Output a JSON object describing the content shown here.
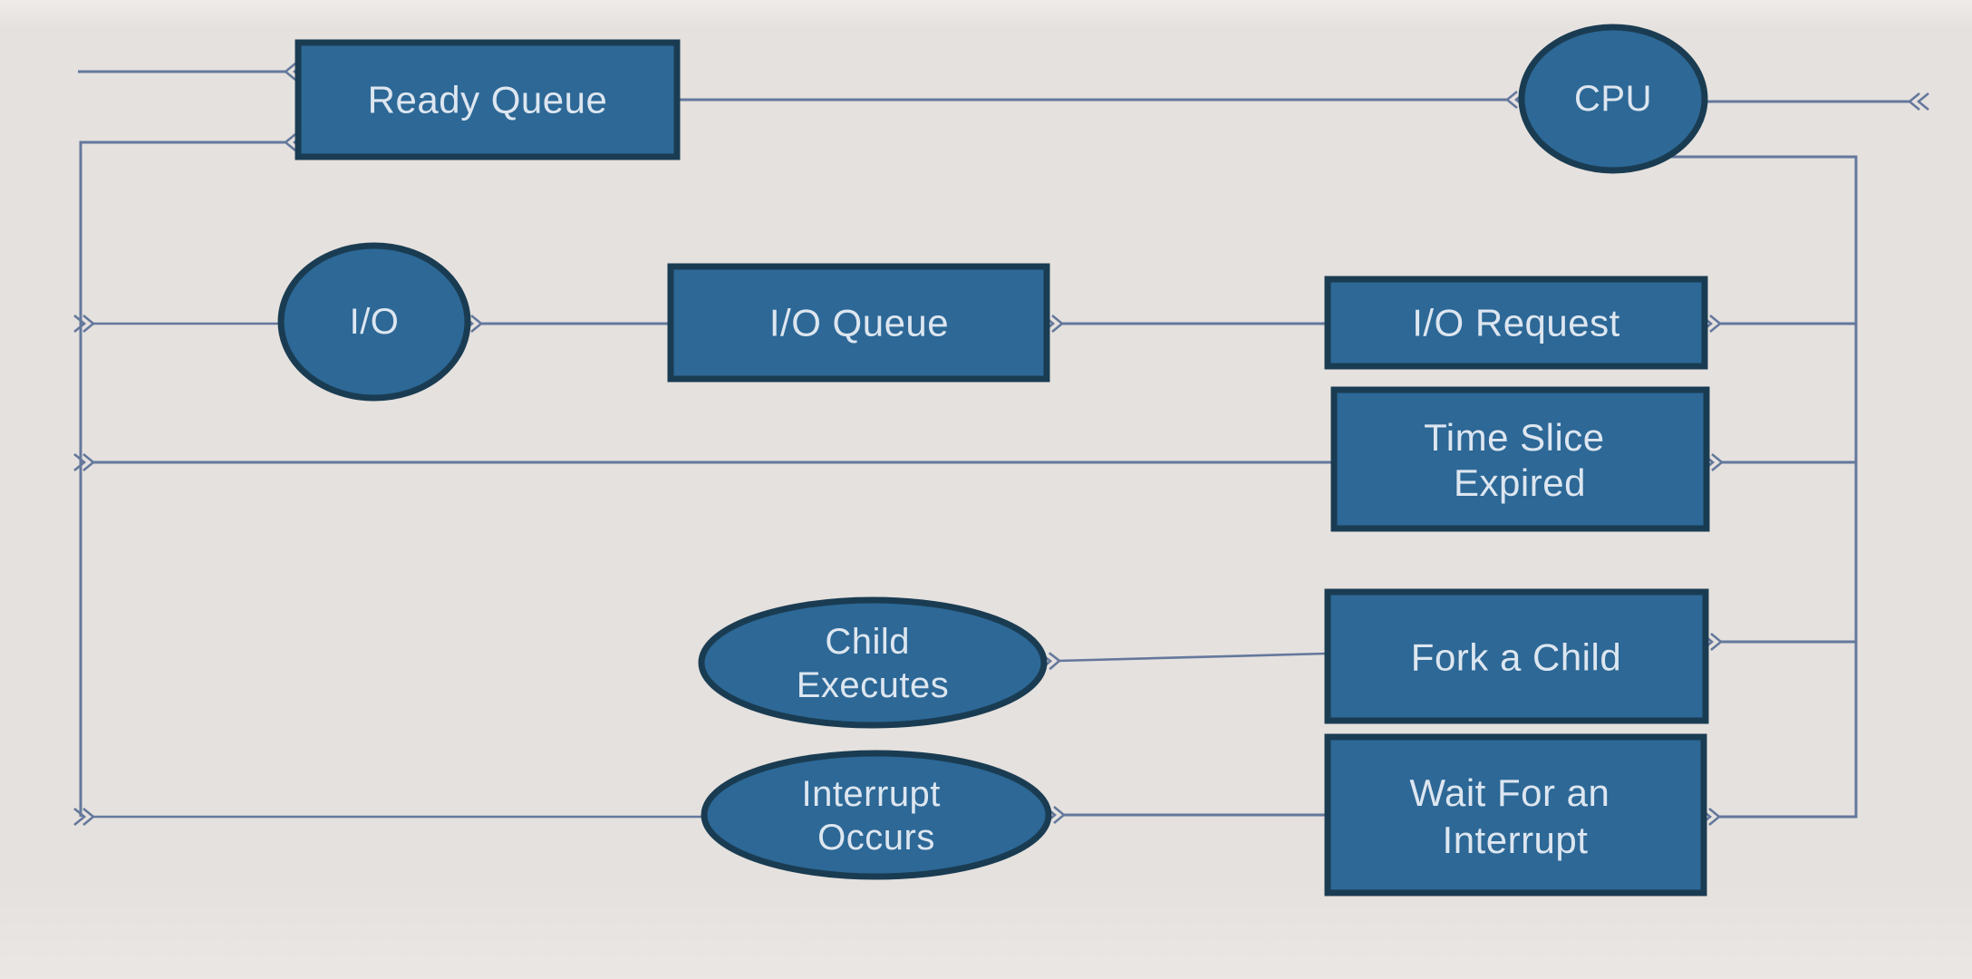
{
  "diagram": {
    "nodes": {
      "ready_queue": {
        "shape": "rect",
        "label": "Ready Queue"
      },
      "cpu": {
        "shape": "ellipse",
        "label": "CPU"
      },
      "io": {
        "shape": "ellipse",
        "label": "I/O"
      },
      "io_queue": {
        "shape": "rect",
        "label": "I/O Queue"
      },
      "io_request": {
        "shape": "rect",
        "label": "I/O Request"
      },
      "time_slice": {
        "shape": "rect",
        "lines": [
          "Time Slice",
          "Expired"
        ]
      },
      "child_executes": {
        "shape": "ellipse",
        "lines": [
          "Child",
          "Executes"
        ]
      },
      "fork_child": {
        "shape": "rect",
        "label": "Fork a Child"
      },
      "interrupt_occurs": {
        "shape": "ellipse",
        "lines": [
          "Interrupt",
          "Occurs"
        ]
      },
      "wait_interrupt": {
        "shape": "rect",
        "lines": [
          "Wait For an",
          "Interrupt"
        ]
      }
    },
    "edges": [
      {
        "from": "start",
        "to": "ready_queue"
      },
      {
        "from": "ready_queue",
        "to": "cpu"
      },
      {
        "from": "cpu",
        "to": "exit"
      },
      {
        "from": "cpu",
        "to": "io_request"
      },
      {
        "from": "io_request",
        "to": "io_queue"
      },
      {
        "from": "io_queue",
        "to": "io"
      },
      {
        "from": "io",
        "to": "ready_queue"
      },
      {
        "from": "cpu",
        "to": "time_slice"
      },
      {
        "from": "time_slice",
        "to": "ready_queue"
      },
      {
        "from": "cpu",
        "to": "fork_child"
      },
      {
        "from": "fork_child",
        "to": "child_executes"
      },
      {
        "from": "cpu",
        "to": "wait_interrupt"
      },
      {
        "from": "wait_interrupt",
        "to": "interrupt_occurs"
      },
      {
        "from": "interrupt_occurs",
        "to": "ready_queue"
      }
    ],
    "colors": {
      "background": "#e5e1de",
      "node_fill": "#2d6896",
      "node_border": "#1a3c52",
      "node_text": "#dde6f0",
      "connector": "#64789c"
    }
  }
}
